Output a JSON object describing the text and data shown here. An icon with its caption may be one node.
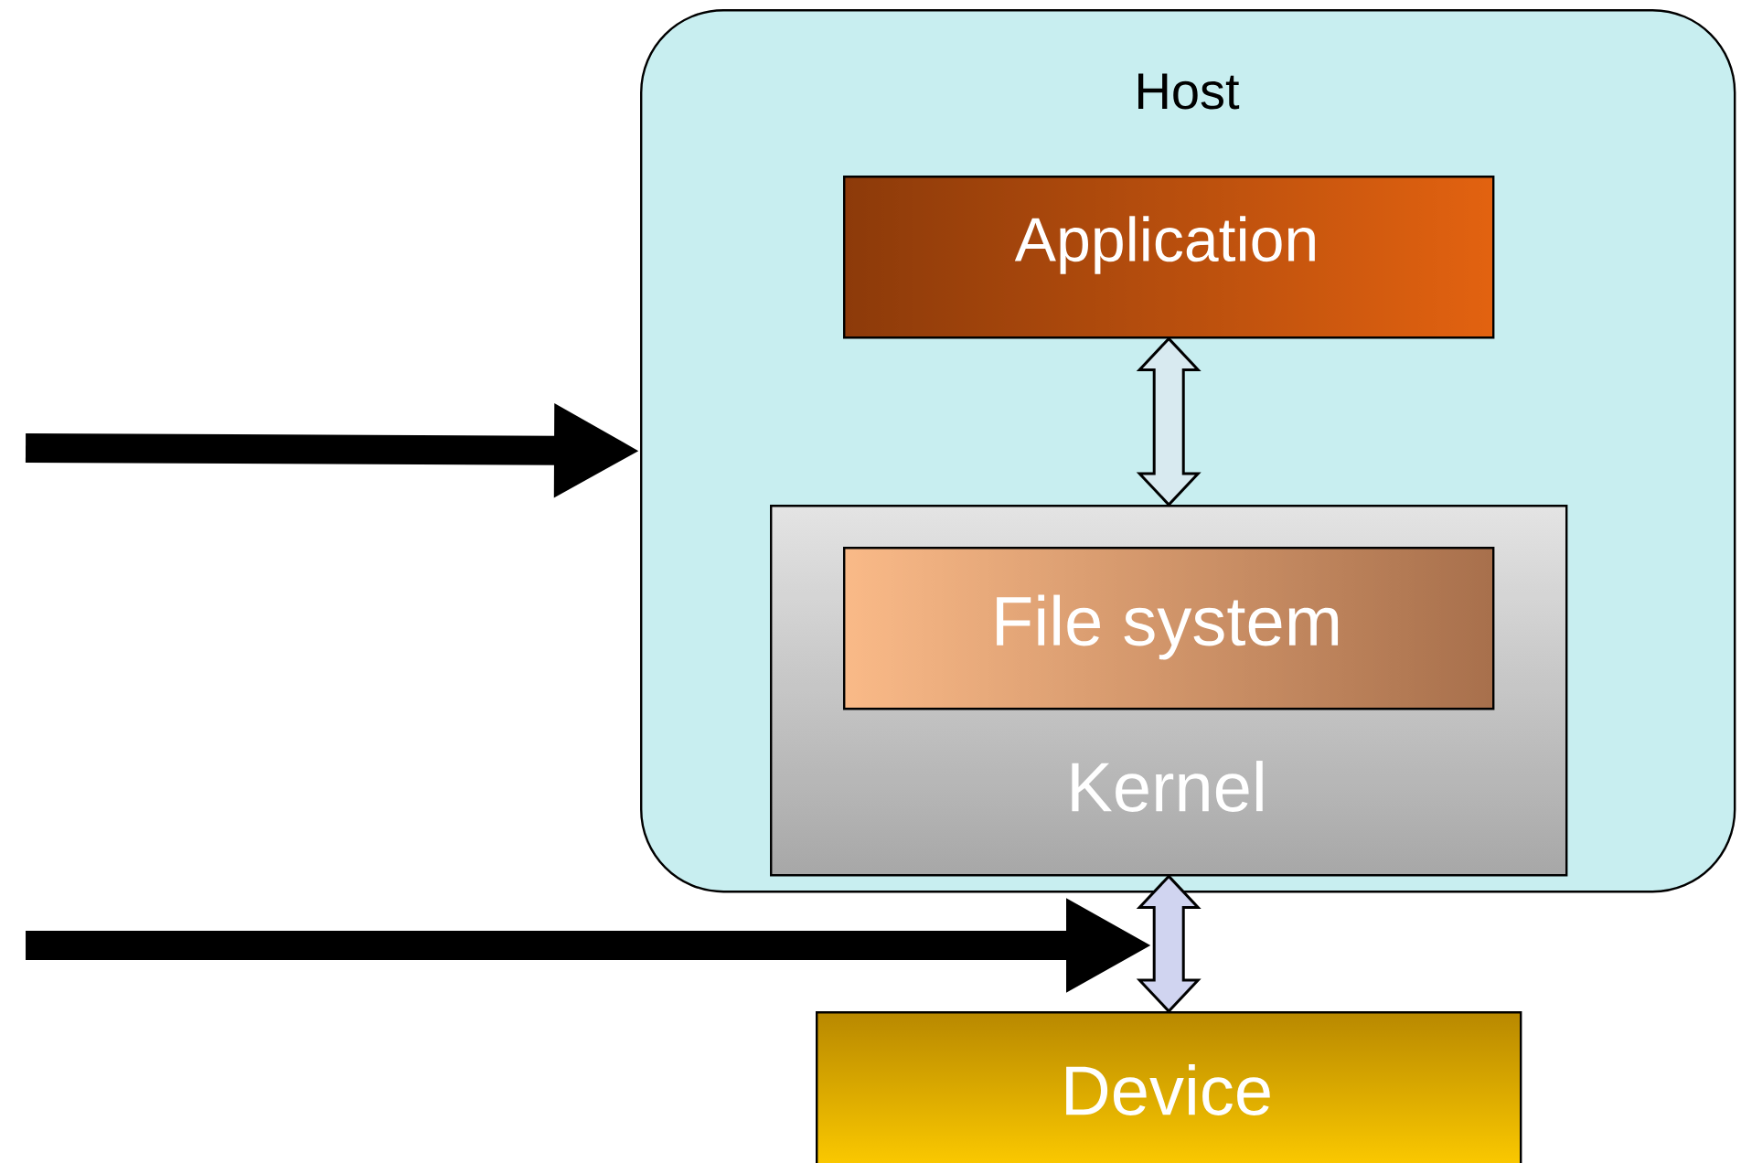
{
  "diagram": {
    "nodes": [
      {
        "text": [
          "Host"
        ]
      },
      {
        "text": [
          "Application"
        ],
        "in": 0
      },
      {
        "text": [
          "Kernel"
        ],
        "in": 0
      },
      {
        "text": [
          "File system"
        ],
        "in": 2
      },
      {
        "text": [
          "Device"
        ]
      }
    ],
    "edges": [
      {
        "from": null,
        "to": 0,
        "arrow": "to"
      },
      {
        "from": 1,
        "to": 2,
        "arrow": "both"
      },
      {
        "from": 2,
        "to": 4,
        "arrow": "both"
      }
    ]
  }
}
